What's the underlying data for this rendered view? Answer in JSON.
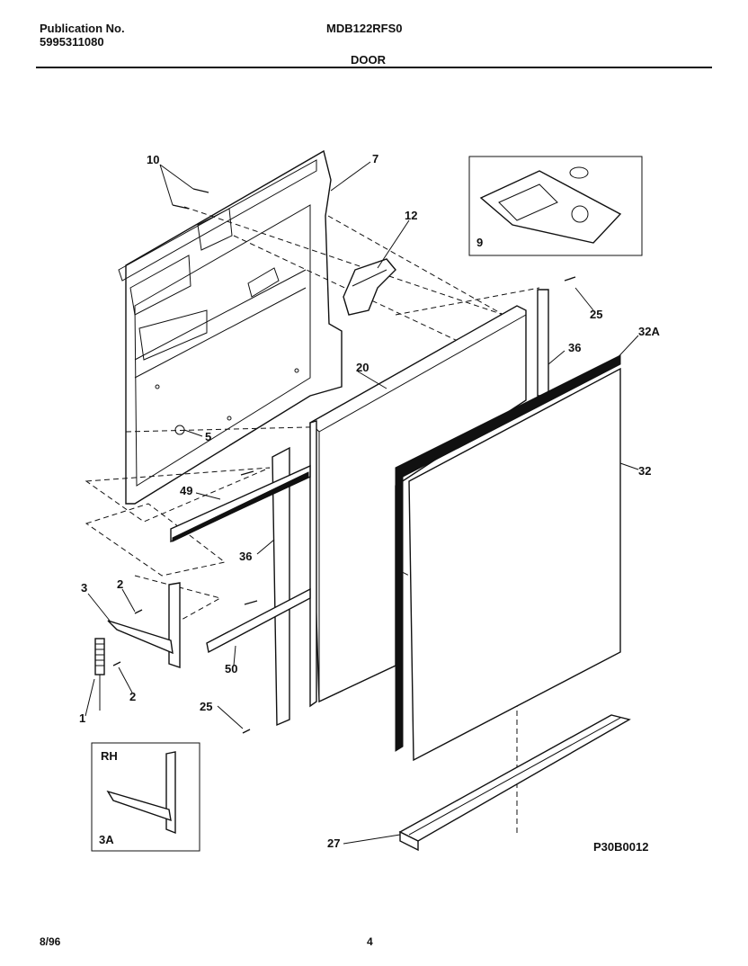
{
  "header": {
    "publication_label": "Publication No.",
    "publication_number": "5995311080",
    "model": "MDB122RFS0",
    "section": "DOOR"
  },
  "footer": {
    "date": "8/96",
    "page": "4"
  },
  "diagram": {
    "code": "P30B0012",
    "inset_rh_label": "RH",
    "callouts": [
      "10",
      "7",
      "12",
      "9",
      "25",
      "32A",
      "36",
      "20",
      "5",
      "32",
      "49",
      "36",
      "3",
      "2",
      "2",
      "50",
      "1",
      "25",
      "3A",
      "27"
    ]
  }
}
